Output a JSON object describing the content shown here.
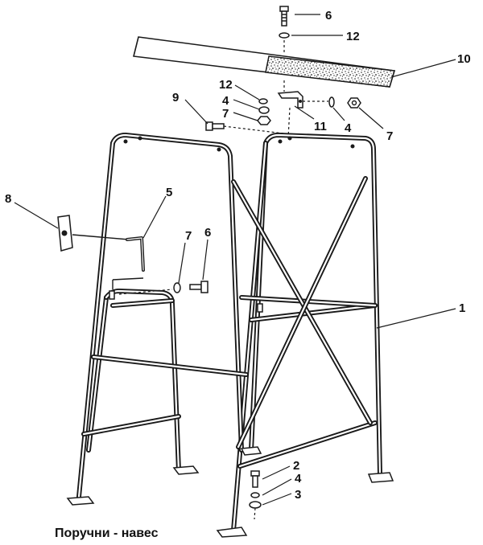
{
  "caption": "Поручни - навес",
  "callouts": [
    {
      "id": "c1",
      "text": "1"
    },
    {
      "id": "c2",
      "text": "2"
    },
    {
      "id": "c3",
      "text": "3"
    },
    {
      "id": "c4a",
      "text": "4"
    },
    {
      "id": "c4b",
      "text": "4"
    },
    {
      "id": "c4c",
      "text": "4"
    },
    {
      "id": "c5",
      "text": "5"
    },
    {
      "id": "c6a",
      "text": "6"
    },
    {
      "id": "c6b",
      "text": "6"
    },
    {
      "id": "c7a",
      "text": "7"
    },
    {
      "id": "c7b",
      "text": "7"
    },
    {
      "id": "c7c",
      "text": "7"
    },
    {
      "id": "c8",
      "text": "8"
    },
    {
      "id": "c9",
      "text": "9"
    },
    {
      "id": "c10",
      "text": "10"
    },
    {
      "id": "c11",
      "text": "11"
    },
    {
      "id": "c12a",
      "text": "12"
    },
    {
      "id": "c12b",
      "text": "12"
    }
  ]
}
